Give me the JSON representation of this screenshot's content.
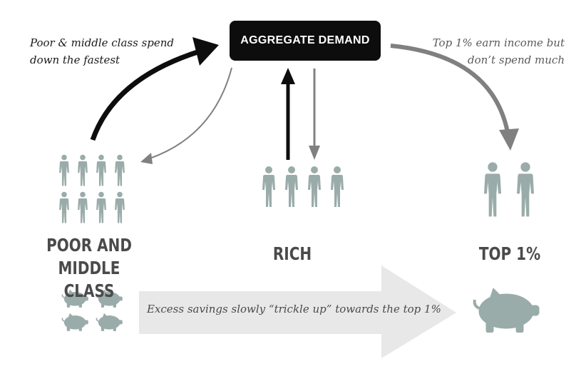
{
  "top_box": {
    "label": "AGGREGATE DEMAND"
  },
  "notes": {
    "left_line1": "Poor & middle class spend",
    "left_line2": "down the fastest",
    "right_line1": "Top 1% earn income but",
    "right_line2": "don’t spend much"
  },
  "groups": {
    "poor_line1": "POOR AND",
    "poor_line2": "MIDDLE CLASS",
    "rich": "RICH",
    "top": "TOP 1%"
  },
  "bottom_arrow": {
    "text": "Excess savings slowly “trickle up” towards the top 1%"
  },
  "colors": {
    "box": "#0d0d0d",
    "figure": "#9aaca9",
    "dark_arrow": "#0d0d0d",
    "gray_arrow": "#808080",
    "label_text": "#4a4a4a",
    "big_arrow": "#e8e8e8"
  }
}
